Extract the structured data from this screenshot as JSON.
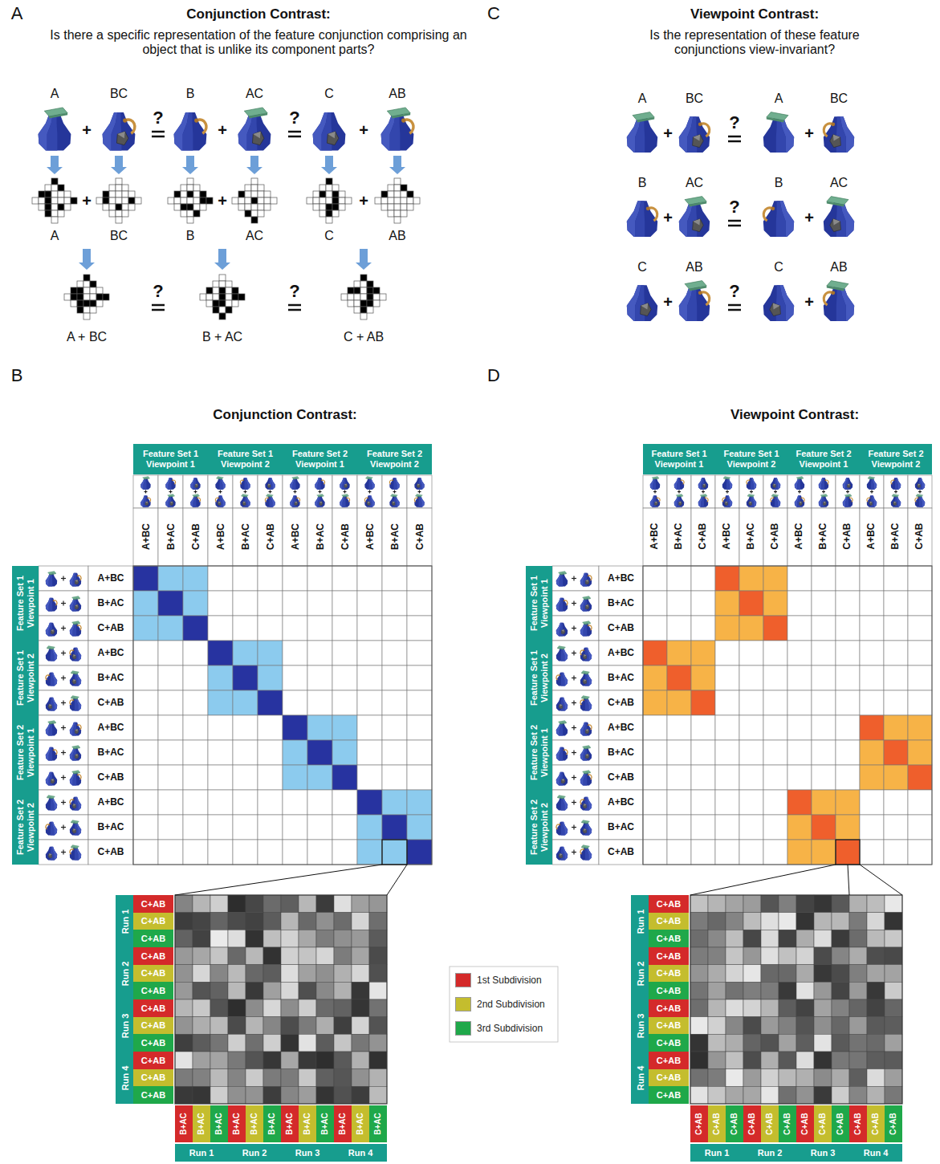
{
  "diagram": {
    "labels": [
      "A",
      "Conjunction Contrast:",
      "Is there a specific representation of the feature conjunction comprising an object that is unlike its component parts?",
      "A",
      "BC",
      "+",
      "?",
      "B",
      "AC",
      "+",
      "?",
      "C",
      "AB",
      "+",
      "+",
      "A",
      "BC",
      "+",
      "B",
      "AC",
      "+",
      "C",
      "AB",
      "A + BC",
      "?",
      "B + AC",
      "?",
      "C + AB",
      "C",
      "Viewpoint Contrast:",
      "Is the representation of these feature conjunctions view-invariant?",
      "A",
      "BC",
      "+",
      "?",
      "A",
      "BC",
      "+",
      "B",
      "AC",
      "+",
      "?",
      "B",
      "AC",
      "+",
      "C",
      "AB",
      "+",
      "?",
      "C",
      "AB",
      "+",
      "B",
      "Conjunction Contrast:",
      "Feature Set 1 Viewpoint 1",
      "Feature Set 1 Viewpoint 2",
      "Feature Set 2 Viewpoint 1",
      "Feature Set 2 Viewpoint 2",
      "A+BC",
      "B+AC",
      "C+AB",
      "A+BC",
      "B+AC",
      "C+AB",
      "A+BC",
      "B+AC",
      "C+AB",
      "A+BC",
      "B+AC",
      "C+AB",
      "Feature Set 1 Viewpoint 1",
      "Feature Set 1 Viewpoint 2",
      "Feature Set 2 Viewpoint 1",
      "Feature Set 2 Viewpoint 2",
      "A+BC",
      "B+AC",
      "C+AB",
      "A+BC",
      "B+AC",
      "C+AB",
      "A+BC",
      "B+AC",
      "C+AB",
      "A+BC",
      "B+AC",
      "C+AB",
      "Run 1",
      "C+AB",
      "C+AB",
      "C+AB",
      "Run 2",
      "C+AB",
      "C+AB",
      "C+AB",
      "Run 3",
      "C+AB",
      "C+AB",
      "C+AB",
      "Run 4",
      "C+AB",
      "C+AB",
      "C+AB",
      "B+AC",
      "B+AC",
      "B+AC",
      "B+AC",
      "B+AC",
      "B+AC",
      "B+AC",
      "B+AC",
      "B+AC",
      "B+AC",
      "B+AC",
      "B+AC",
      "Run 1",
      "Run 2",
      "Run 3",
      "Run 4",
      "D",
      "Viewpoint Contrast:",
      "Feature Set 1 Viewpoint 1",
      "Feature Set 1 Viewpoint 2",
      "Feature Set 2 Viewpoint 1",
      "Feature Set 2 Viewpoint 2",
      "A+BC",
      "B+AC",
      "C+AB",
      "A+BC",
      "B+AC",
      "C+AB",
      "A+BC",
      "B+AC",
      "C+AB",
      "A+BC",
      "B+AC",
      "C+AB",
      "Feature Set 1 Viewpoint 1",
      "Feature Set 1 Viewpoint 2",
      "Feature Set 2 Viewpoint 1",
      "Feature Set 2 Viewpoint 2",
      "A+BC",
      "B+AC",
      "C+AB",
      "A+BC",
      "B+AC",
      "C+AB",
      "A+BC",
      "B+AC",
      "C+AB",
      "A+BC",
      "B+AC",
      "C+AB",
      "Run 1",
      "C+AB",
      "C+AB",
      "C+AB",
      "Run 2",
      "C+AB",
      "C+AB",
      "C+AB",
      "Run 3",
      "C+AB",
      "C+AB",
      "C+AB",
      "Run 4",
      "C+AB",
      "C+AB",
      "C+AB",
      "C+AB",
      "C+AB",
      "C+AB",
      "C+AB",
      "C+AB",
      "C+AB",
      "C+AB",
      "C+AB",
      "C+AB",
      "C+AB",
      "C+AB",
      "C+AB",
      "Run 1",
      "Run 2",
      "Run 3",
      "Run 4"
    ],
    "legend": [
      {
        "text": "1st Subdivision",
        "color": "#d42a2a"
      },
      {
        "text": "2nd Subdivision",
        "color": "#c4bd2e"
      },
      {
        "text": "3rd Subdivision",
        "color": "#1fa84a"
      }
    ]
  }
}
